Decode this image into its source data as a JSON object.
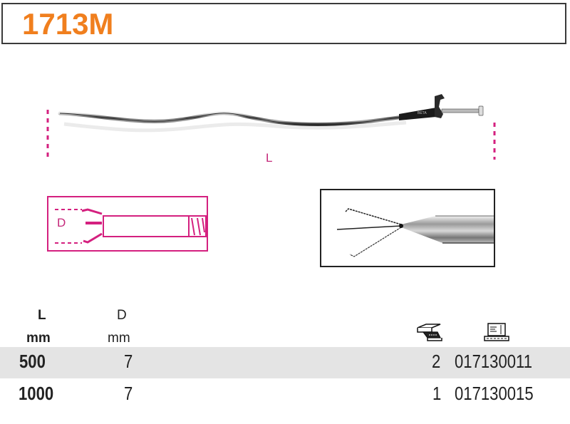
{
  "header": {
    "title": "1713M",
    "title_color": "#f07f1e"
  },
  "drawing": {
    "length_label": "L",
    "diameter_label": "D",
    "dimension_color": "#d4207f"
  },
  "table": {
    "columns": [
      {
        "label": "L",
        "unit": "mm"
      },
      {
        "label": "D",
        "unit": "mm"
      },
      {
        "icon": "package-quantity-icon"
      },
      {
        "icon": "product-code-terminal-icon"
      }
    ],
    "rows": [
      {
        "length": "500",
        "diameter": "7",
        "quantity": "2",
        "code": "017130011",
        "highlighted": true
      },
      {
        "length": "1000",
        "diameter": "7",
        "quantity": "1",
        "code": "017130015",
        "highlighted": false
      }
    ]
  }
}
